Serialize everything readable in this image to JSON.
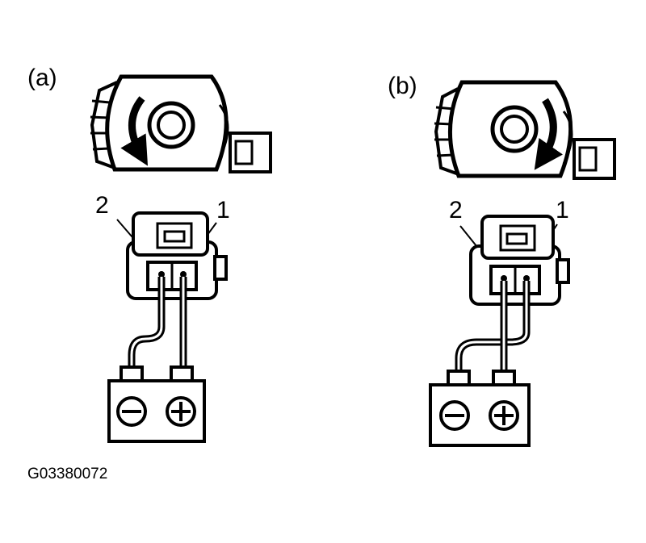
{
  "figure_code": "G03380072",
  "panels": [
    {
      "label": "(a)",
      "rotation": "counter-clockwise",
      "pin_left": "2",
      "pin_right": "1",
      "battery": {
        "negative_symbol": "⊖",
        "positive_symbol": "⊕"
      }
    },
    {
      "label": "(b)",
      "rotation": "clockwise",
      "pin_left": "2",
      "pin_right": "1",
      "battery": {
        "negative_symbol": "⊖",
        "positive_symbol": "⊕"
      }
    }
  ]
}
